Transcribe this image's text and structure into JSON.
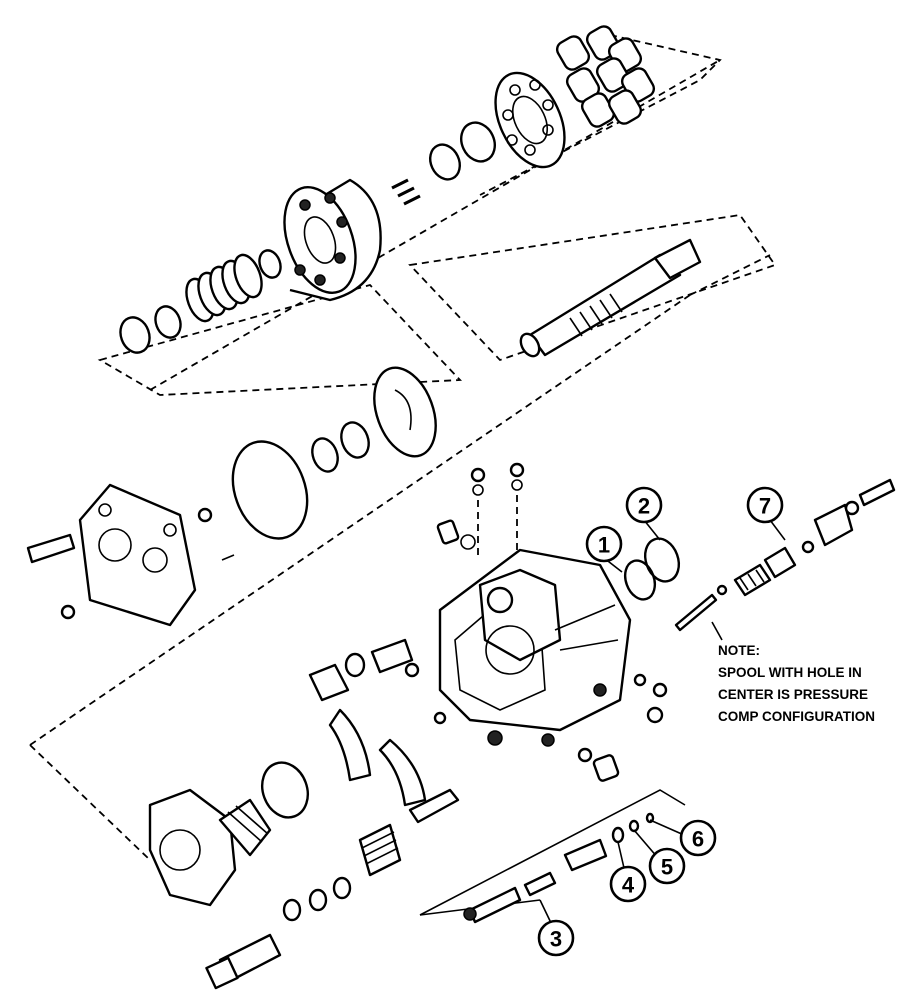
{
  "callouts": [
    {
      "id": "1",
      "label": "1"
    },
    {
      "id": "2",
      "label": "2"
    },
    {
      "id": "3",
      "label": "3"
    },
    {
      "id": "4",
      "label": "4"
    },
    {
      "id": "5",
      "label": "5"
    },
    {
      "id": "6",
      "label": "6"
    },
    {
      "id": "7",
      "label": "7"
    }
  ],
  "note": {
    "title": "NOTE:",
    "lines": [
      "SPOOL WITH HOLE IN",
      "CENTER IS PRESSURE",
      "COMP CONFIGURATION"
    ]
  }
}
